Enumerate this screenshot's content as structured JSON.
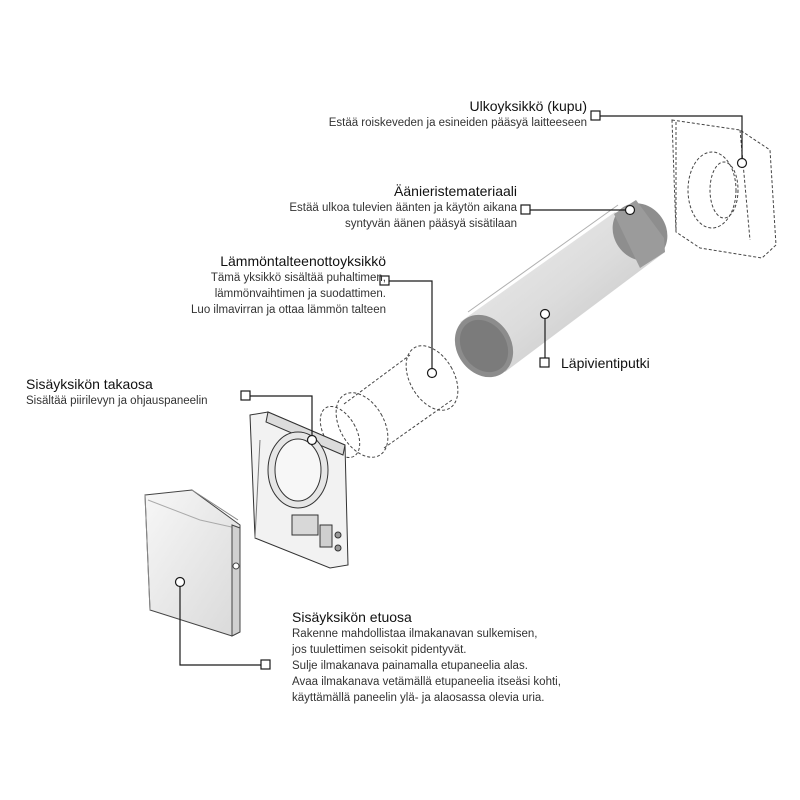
{
  "callouts": {
    "outdoor_unit": {
      "title": "Ulkoyksikkö (kupu)",
      "lines": [
        "Estää roiskeveden ja esineiden pääsyä laitteeseen"
      ]
    },
    "sound_insulation": {
      "title": "Äänieristemateriaali",
      "lines": [
        "Estää ulkoa tulevien äänten ja käytön aikana",
        "syntyvän äänen pääsyä sisätilaan"
      ]
    },
    "heat_recovery_unit": {
      "title": "Lämmöntalteenottoyksikkö",
      "lines": [
        "Tämä yksikkö sisältää puhaltimen,",
        "lämmönvaihtimen ja suodattimen.",
        "Luo ilmavirran ja ottaa lämmön talteen"
      ]
    },
    "indoor_rear": {
      "title": "Sisäyksikön takaosa",
      "lines": [
        "Sisältää piirilevyn ja ohjauspaneelin"
      ]
    },
    "wall_pipe": {
      "title": "Läpivientiputki"
    },
    "indoor_front": {
      "title": "Sisäyksikön etuosa",
      "lines": [
        "Rakenne mahdollistaa ilmakanavan sulkemisen,",
        "jos tuulettimen seisokit pidentyvät.",
        "Sulje ilmakanava painamalla etupaneelia alas.",
        "Avaa ilmakanava vetämällä etupaneelia itseäsi kohti,",
        "käyttämällä paneelin ylä- ja alaosassa olevia uria."
      ]
    }
  },
  "colors": {
    "line": "#1a1a1a",
    "pipe_light": "#d6d6d6",
    "pipe_dark": "#8c8c8c",
    "panel": "#ececec",
    "dashed": "#444444"
  }
}
